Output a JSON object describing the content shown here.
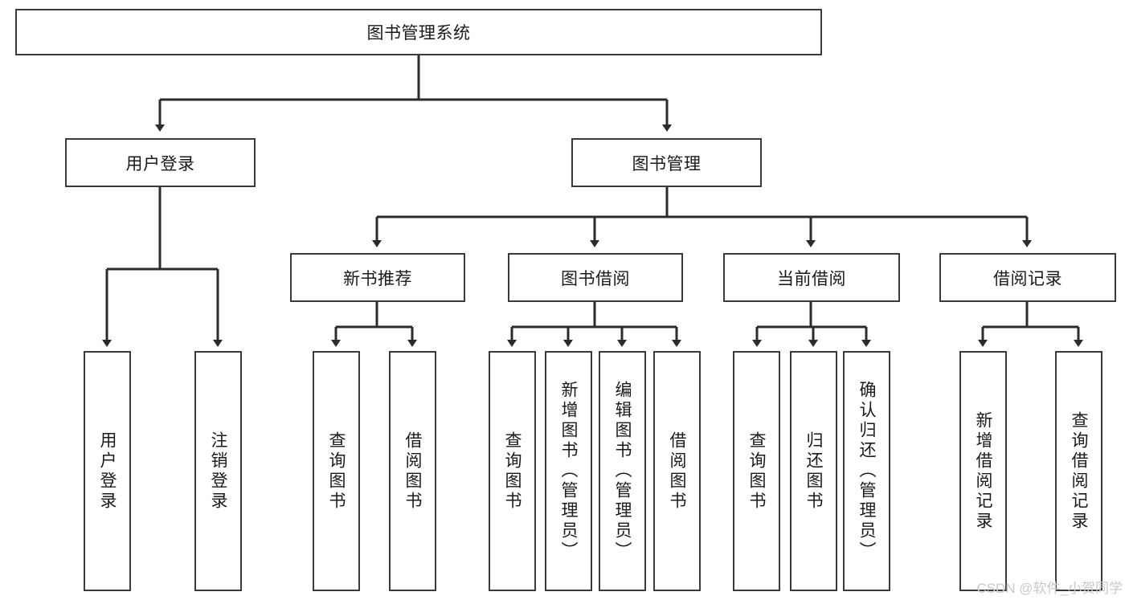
{
  "diagram": {
    "type": "tree-hierarchy",
    "title": "图书管理系统",
    "watermark": "CSDN @软件_小贺同学",
    "colors": {
      "box_border": "#3a3a3a",
      "box_fill": "#ffffff",
      "connector": "#2b2b2b",
      "text": "#1a1a1a",
      "watermark": "#c9c9c9"
    },
    "nodes": {
      "root": {
        "label": "图书管理系统",
        "orientation": "horizontal"
      },
      "level1": [
        {
          "label": "用户登录",
          "orientation": "horizontal"
        },
        {
          "label": "图书管理",
          "orientation": "horizontal"
        }
      ],
      "level2": [
        {
          "label": "新书推荐",
          "orientation": "horizontal"
        },
        {
          "label": "图书借阅",
          "orientation": "horizontal"
        },
        {
          "label": "当前借阅",
          "orientation": "horizontal"
        },
        {
          "label": "借阅记录",
          "orientation": "horizontal"
        }
      ],
      "leaves_user_login": [
        {
          "label": "用户登录",
          "orientation": "vertical"
        },
        {
          "label": "注销登录",
          "orientation": "vertical"
        }
      ],
      "leaves_new_book": [
        {
          "label": "查询图书",
          "orientation": "vertical"
        },
        {
          "label": "借阅图书",
          "orientation": "vertical"
        }
      ],
      "leaves_borrow": [
        {
          "label": "查询图书",
          "orientation": "vertical"
        },
        {
          "label": "新增图书（管理员）",
          "orientation": "vertical"
        },
        {
          "label": "编辑图书（管理员）",
          "orientation": "vertical"
        },
        {
          "label": "借阅图书",
          "orientation": "vertical"
        }
      ],
      "leaves_current": [
        {
          "label": "查询图书",
          "orientation": "vertical"
        },
        {
          "label": "归还图书",
          "orientation": "vertical"
        },
        {
          "label": "确认归还（管理员）",
          "orientation": "vertical"
        }
      ],
      "leaves_record": [
        {
          "label": "新增借阅记录",
          "orientation": "vertical"
        },
        {
          "label": "查询借阅记录",
          "orientation": "vertical"
        }
      ]
    }
  }
}
